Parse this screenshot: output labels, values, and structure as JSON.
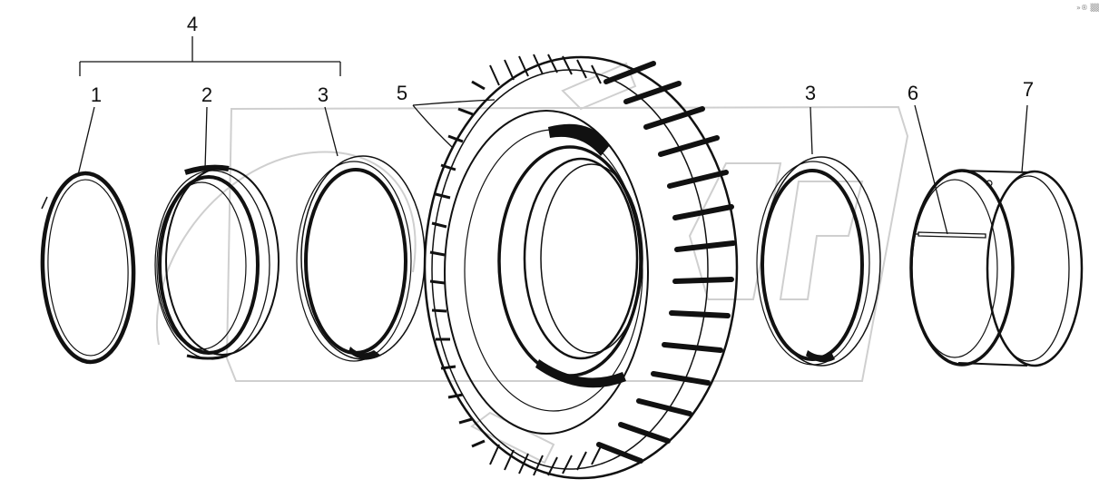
{
  "diagram": {
    "type": "exploded-parts-diagram",
    "callouts": {
      "group": "4",
      "lock_ring": "1",
      "bead_seat_band": "2",
      "flange_left": "3",
      "tire": "5",
      "flange_right": "3",
      "key": "6",
      "rim_base": "7"
    },
    "watermark": {
      "text": "OPEX",
      "corner_text": "»® ▒▒▒"
    },
    "colors": {
      "ink": "#111111",
      "watermark": "#cfcfcf",
      "background": "#ffffff"
    }
  }
}
